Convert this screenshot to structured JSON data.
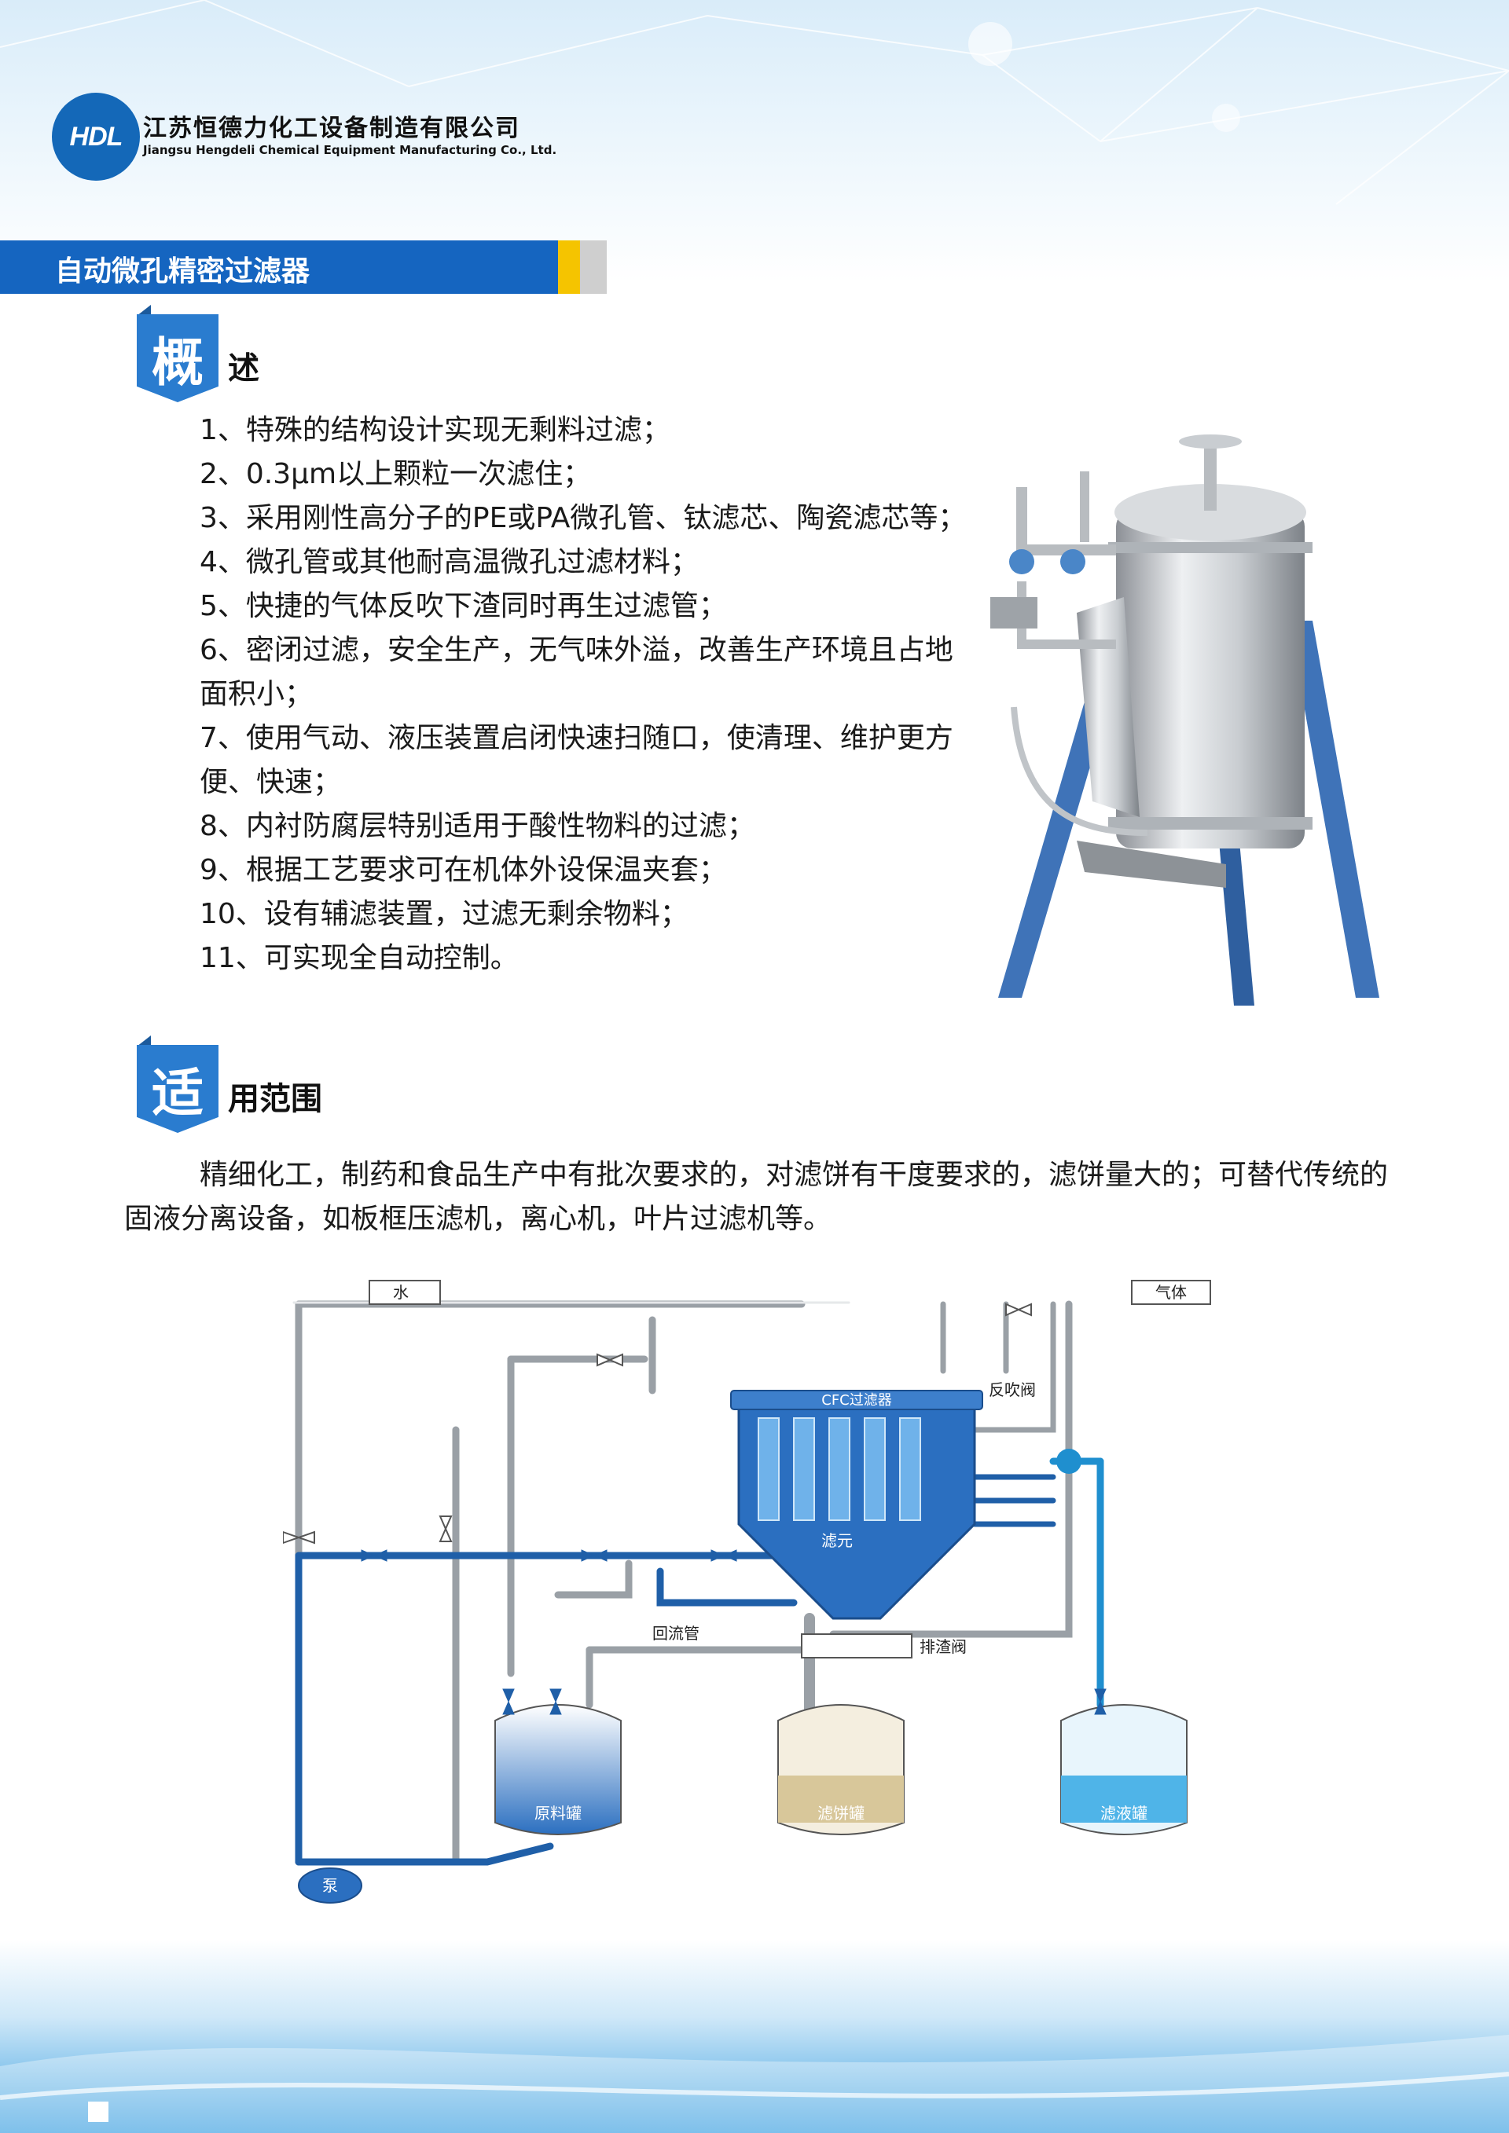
{
  "header": {
    "logo_text": "HDL",
    "company_cn": "江苏恒德力化工设备制造有限公司",
    "company_en": "Jiangsu Hengdeli Chemical Equipment Manufacturing Co., Ltd."
  },
  "title_bar": {
    "text": "自动微孔精密过滤器"
  },
  "overview": {
    "badge_char": "概",
    "heading_rest": "述",
    "items": [
      "1、特殊的结构设计实现无剩料过滤；",
      "2、0.3μm以上颗粒一次滤住；",
      "3、采用刚性高分子的PE或PA微孔管、钛滤芯、陶瓷滤芯等；",
      "4、微孔管或其他耐高温微孔过滤材料；",
      "5、快捷的气体反吹下渣同时再生过滤管；",
      "6、密闭过滤，安全生产，无气味外溢，改善生产环境且占地面积小；",
      "7、使用气动、液压装置启闭快速扫随口，使清理、维护更方便、快速；",
      "8、内衬防腐层特别适用于酸性物料的过滤；",
      "9、根据工艺要求可在机体外设保温夹套；",
      "10、设有辅滤装置，过滤无剩余物料；",
      "11、可实现全自动控制。"
    ]
  },
  "scope": {
    "badge_char": "适",
    "heading_rest": "用范围",
    "text": "精细化工，制药和食品生产中有批次要求的，对滤饼有干度要求的，滤饼量大的；可替代传统的固液分离设备，如板框压滤机，离心机，叶片过滤机等。"
  },
  "diagram": {
    "water": "水",
    "gas": "气体",
    "filter": "CFC过滤器",
    "backflush_valve": "反吹阀",
    "element": "滤元",
    "discharge_valve": "排渣阀",
    "return_pipe": "回流管",
    "raw_tank": "原料罐",
    "cake_tank": "滤饼罐",
    "filtrate_tank": "滤液罐",
    "pump": "泵"
  },
  "colors": {
    "brand_blue": "#1565c0",
    "accent_yellow": "#f5c400",
    "pipe_blue": "#1f5fa8",
    "pipe_gray": "#9aa0a6",
    "cake": "#d8c79a",
    "filtrate": "#4fb4e8"
  }
}
